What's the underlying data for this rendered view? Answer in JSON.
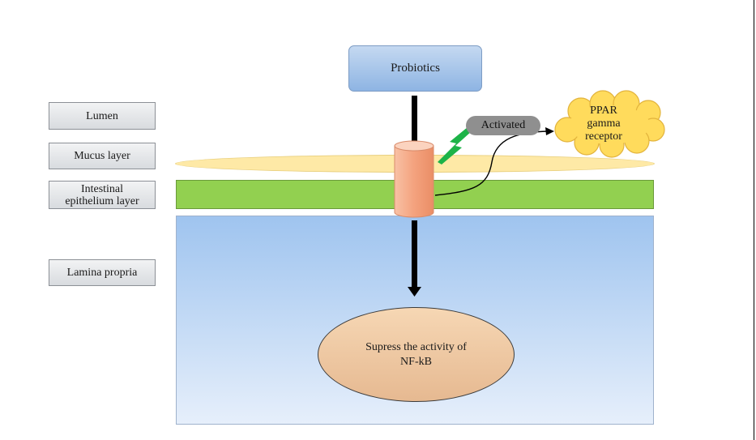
{
  "labels": {
    "lumen": "Lumen",
    "mucus": "Mucus layer",
    "epithelium_line1": "Intestinal",
    "epithelium_line2": "epithelium layer",
    "lamina": "Lamina propria"
  },
  "nodes": {
    "probiotics": "Probiotics",
    "activated": "Activated",
    "ppar_line1": "PPAR",
    "ppar_line2": "gamma",
    "ppar_line3": "receptor",
    "suppress_line1": "Supress the activity of",
    "suppress_line2": "NF-kB"
  },
  "colors": {
    "epithelium": "#92d050",
    "mucus": "#fee9a6",
    "lamina_top": "#9fc4ef",
    "receptor": "#f4a27e",
    "cloud": "#ffdb5c",
    "lightning": "#1db348",
    "activated": "#8f8f8f"
  }
}
